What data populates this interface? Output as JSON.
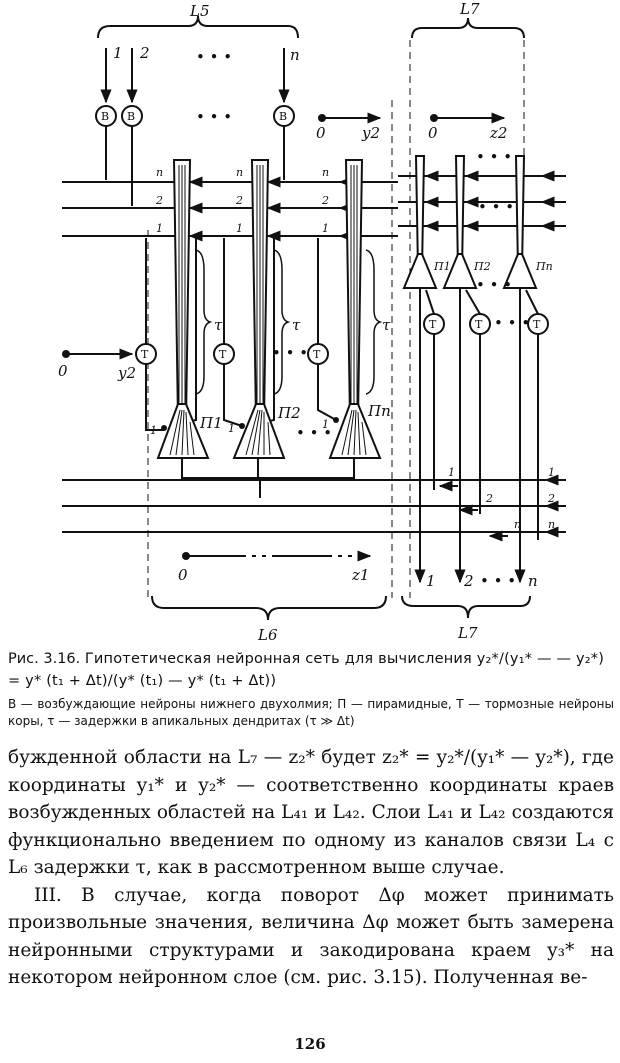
{
  "figure": {
    "group_labels": {
      "top_left": "L5",
      "top_right": "L7",
      "bottom_left": "L6",
      "bottom_right": "L7"
    },
    "input_labels": [
      "1",
      "2",
      "n"
    ],
    "ellipsis": "• • •",
    "neuron_labels": {
      "excitatory": "B",
      "inhibitory": "T",
      "pyramid_left": [
        "П1",
        "П2",
        "Пn"
      ],
      "pyramid_right": [
        "П1",
        "П2",
        "Пn"
      ]
    },
    "line_labels": {
      "one": "1",
      "two": "2",
      "n": "n"
    },
    "delay_label": "τ",
    "axis_origin": "0",
    "axis_y2": "y2",
    "axis_z2": "z2",
    "axis_z1": "z1",
    "bottom_outputs": [
      "1",
      "2",
      "n"
    ]
  },
  "caption": {
    "number": "Рис. 3.16.",
    "title": "Гипотетическая нейронная сеть для вычисления y₂*/(y₁* — — y₂*) = y* (t₁ + Δt)/(y* (t₁) — y* (t₁ + Δt))"
  },
  "legend": "В — возбуждающие нейроны нижнего двухолмия; П — пирамидные, Т — тормозные нейроны коры, τ — задержки в апикальных дендритах (τ ≫ Δt)",
  "body": {
    "paragraph1": "бужденной области на L₇ — z₂* будет z₂* = y₂*/(y₁* — y₂*), где координаты y₁* и y₂* — соответственно координаты краев возбужденных областей на L₄₁ и L₄₂. Слои L₄₁ и L₄₂ создаются функционально введением по одному из каналов связи L₄ с L₆ задержки τ, как в рассмотренном выше случае.",
    "paragraph2": "III. В случае, когда поворот Δφ может принимать произвольные значения, величина Δφ может быть замерена нейронными структурами и закодирована краем y₃* на некотором нейронном слое (см. рис. 3.15). Полученная ве-"
  },
  "page_number": "126"
}
